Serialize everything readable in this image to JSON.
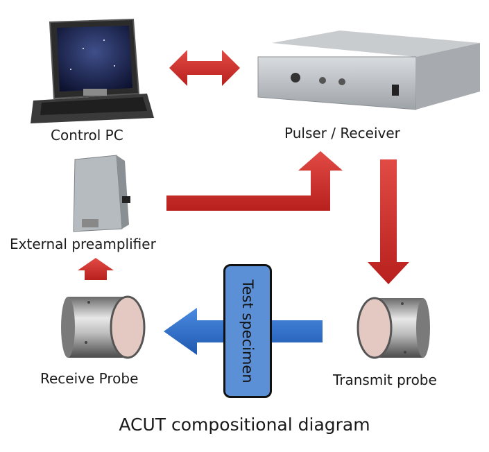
{
  "nodes": {
    "control_pc": "Control PC",
    "pulser_receiver": "Pulser / Receiver",
    "external_preamplifier": "External preamplifier",
    "receive_probe": "Receive Probe",
    "transmit_probe": "Transmit probe",
    "test_specimen": "Test specimen"
  },
  "caption": "ACUT compositional diagram",
  "colors": {
    "red_arrow": "#d2322f",
    "blue_arrow": "#2f6fc8",
    "specimen_fill": "#5b8fd6",
    "text": "#1a1a1a"
  },
  "icons": [
    "laptop-icon",
    "pulser-receiver-device-icon",
    "preamplifier-box-icon",
    "receive-probe-icon",
    "transmit-probe-icon"
  ]
}
